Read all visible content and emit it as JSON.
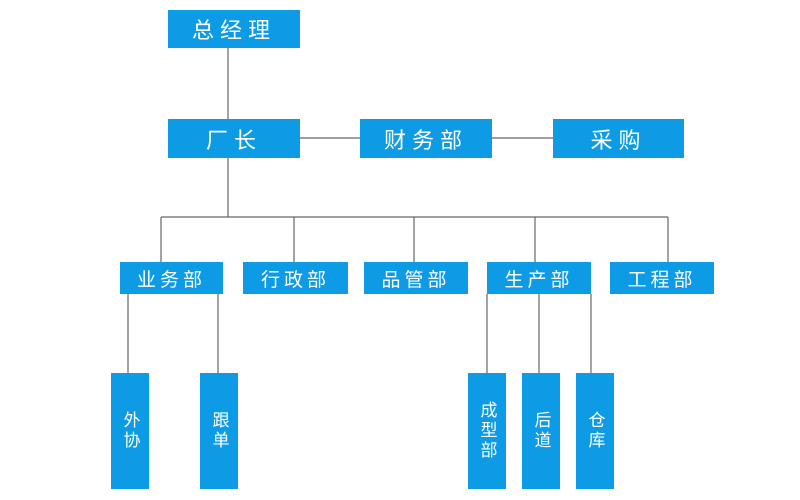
{
  "org_chart": {
    "top": "总经理",
    "second": {
      "factory_manager": "厂长",
      "finance": "财务部",
      "purchasing": "采购"
    },
    "departments": [
      "业务部",
      "行政部",
      "品管部",
      "生产部",
      "工程部"
    ],
    "business_units": [
      "外协",
      "跟单"
    ],
    "production_units": [
      "成型部",
      "后道",
      "仓库"
    ]
  },
  "colors": {
    "box": "#0d9be6",
    "line": "#666666",
    "text": "#ffffff"
  }
}
